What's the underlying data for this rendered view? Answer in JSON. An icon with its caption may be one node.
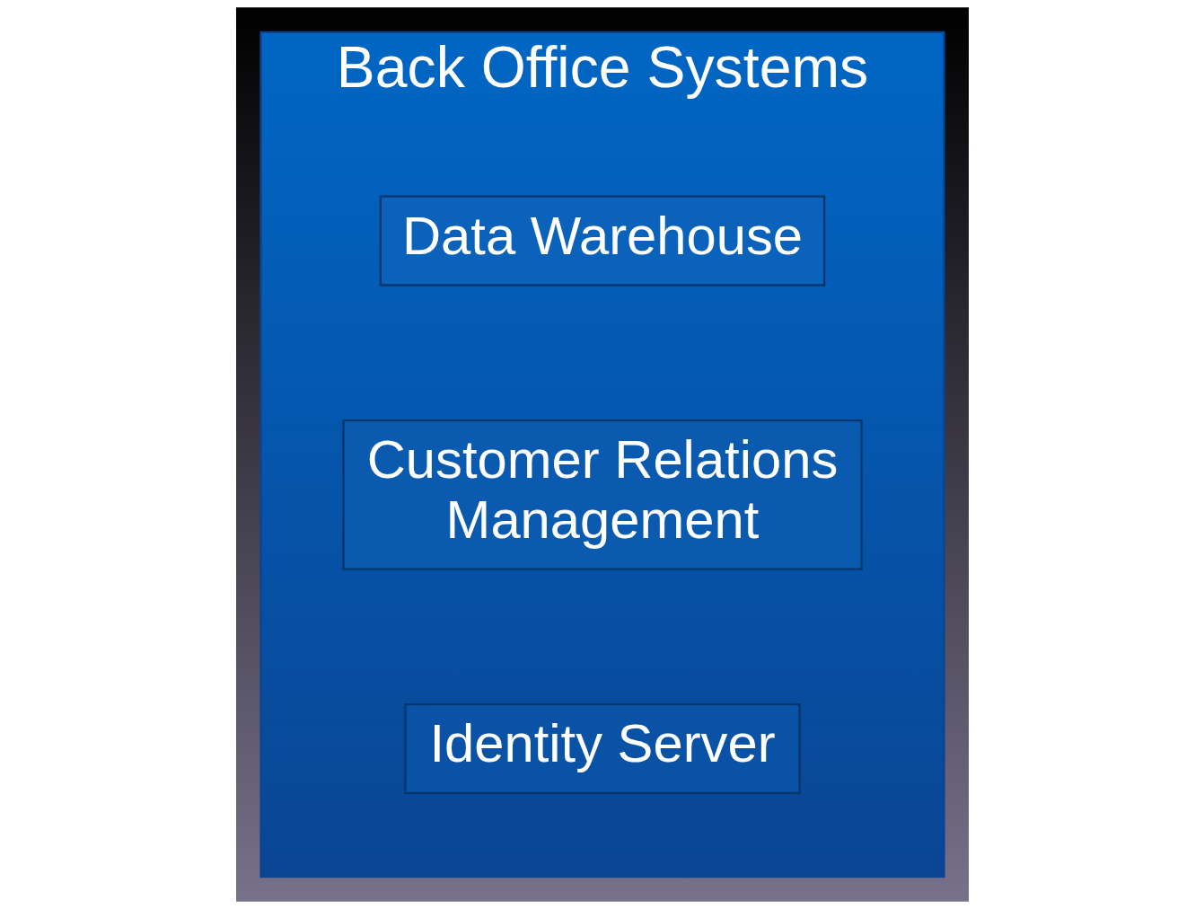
{
  "diagram": {
    "nodes": [
      {
        "text": [
          "Back Office Systems"
        ]
      },
      {
        "text": [
          "Data Warehouse"
        ],
        "in": 0
      },
      {
        "text": [
          "Customer Relations Management"
        ],
        "in": 0
      },
      {
        "text": [
          "Identity Server"
        ],
        "in": 0
      }
    ],
    "edges": []
  }
}
